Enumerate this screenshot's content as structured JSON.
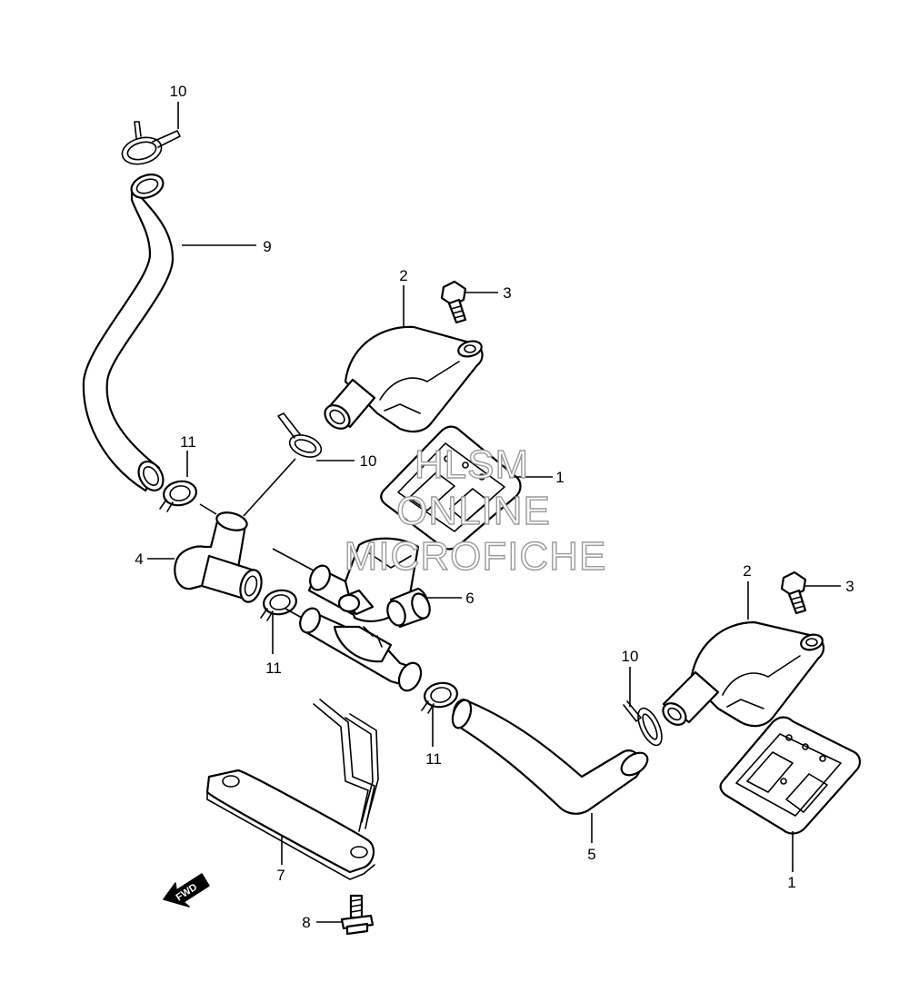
{
  "diagram": {
    "callouts": [
      "10",
      "9",
      "2",
      "3",
      "11",
      "10",
      "1",
      "4",
      "6",
      "11",
      "2",
      "3",
      "10",
      "11",
      "5",
      "7",
      "1",
      "8"
    ],
    "fwd_label": "FWD",
    "watermark": [
      "HLSM",
      "ONLINE",
      "MICROFICHE"
    ]
  },
  "colors": {
    "line": "#000000",
    "background": "#ffffff",
    "watermark": "#9a9a9a"
  }
}
